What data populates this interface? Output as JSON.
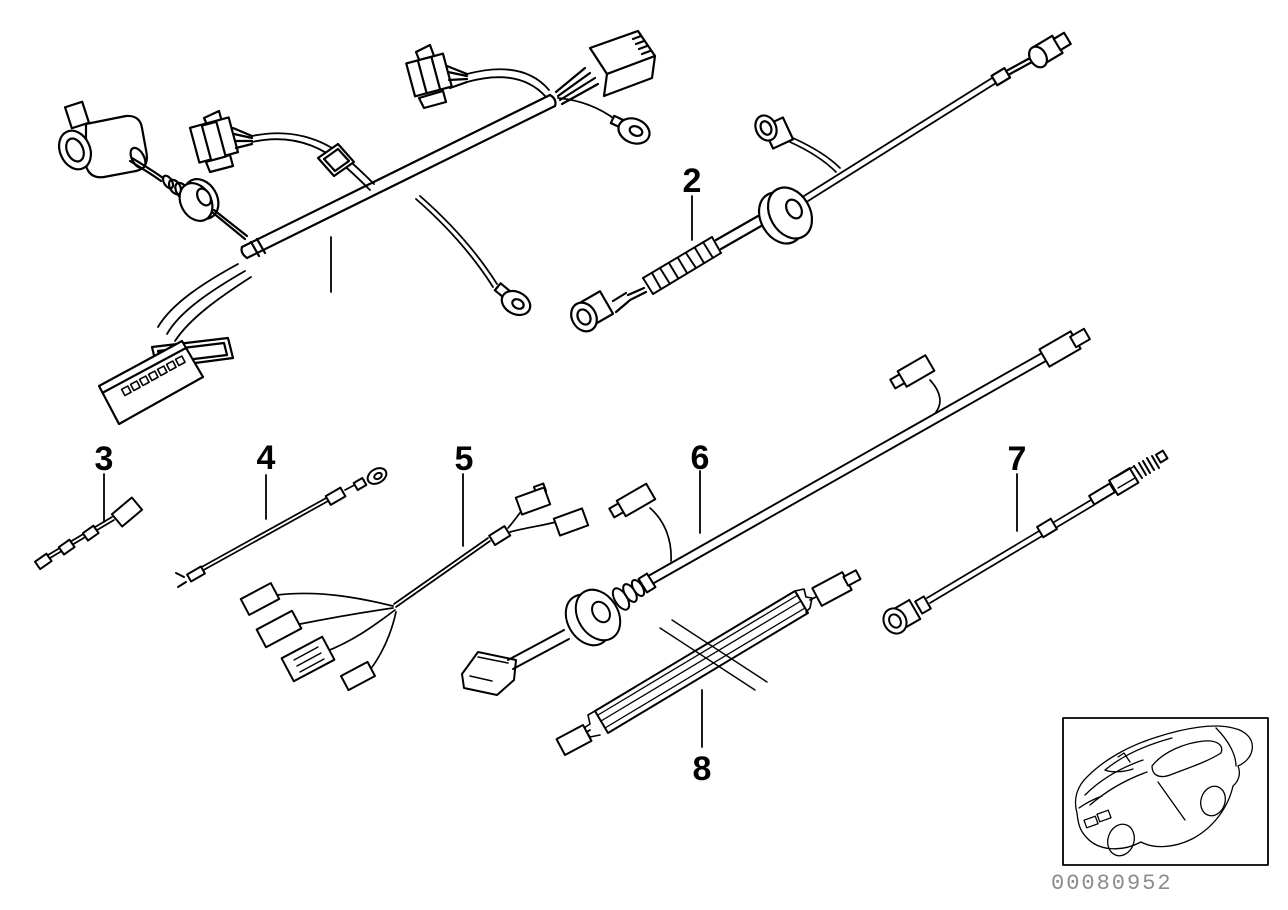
{
  "diagram": {
    "callouts": {
      "c2": "2",
      "c3": "3",
      "c4": "4",
      "c5": "5",
      "c6": "6",
      "c7": "7",
      "c8": "8"
    },
    "footer": {
      "image_id": "00080952"
    },
    "colors": {
      "line": "#000000",
      "background": "#ffffff",
      "id_text": "#8c8c8c"
    }
  }
}
